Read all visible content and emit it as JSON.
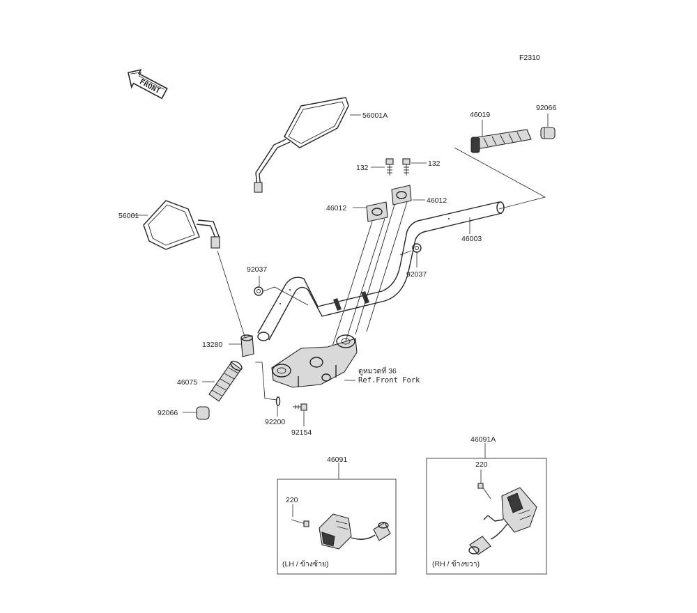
{
  "figure_id": "F2310",
  "front_label": "FRONT",
  "ref_note": {
    "line1": "ดูหมวดที่ 36",
    "line2": "Ref.Front Fork"
  },
  "labels": {
    "mirror_right": "56001A",
    "mirror_left": "56001",
    "grip_right": "46019",
    "weight_right": "92066",
    "bolt_left": "132",
    "bolt_right": "132",
    "holder_left": "46012",
    "holder_right": "46012",
    "handlebar": "46003",
    "clamp_left": "92037",
    "clamp_right": "92037",
    "adapter": "13280",
    "grip_left": "46075",
    "weight_left": "92066",
    "washer": "92200",
    "screw": "92154"
  },
  "switch_lh": {
    "part_no": "46091",
    "screw_no": "220",
    "caption": "(LH / ข้างซ้าย)"
  },
  "switch_rh": {
    "part_no": "46091A",
    "screw_no": "220",
    "caption": "(RH / ข้างขวา)"
  }
}
